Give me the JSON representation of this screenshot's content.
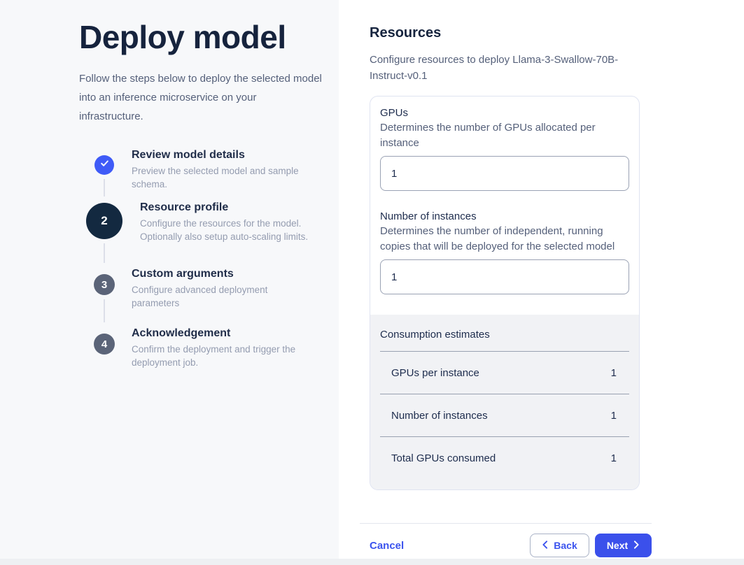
{
  "left_panel": {
    "title": "Deploy model",
    "intro": "Follow the steps below to deploy the selected model into an inference microservice on your infrastructure.",
    "steps": [
      {
        "number": "1",
        "state": "completed",
        "title": "Review model details",
        "description": "Preview the selected model and sample schema."
      },
      {
        "number": "2",
        "state": "active",
        "title": "Resource profile",
        "description": "Configure the resources for the model. Optionally also setup auto-scaling limits."
      },
      {
        "number": "3",
        "state": "upcoming",
        "title": "Custom arguments",
        "description": "Configure advanced deployment parameters"
      },
      {
        "number": "4",
        "state": "upcoming",
        "title": "Acknowledgement",
        "description": "Confirm the deployment and trigger the deployment job."
      }
    ]
  },
  "main": {
    "heading": "Resources",
    "subheading": "Configure resources to deploy Llama-3-Swallow-70B-Instruct-v0.1",
    "fields": [
      {
        "label": "GPUs",
        "description": "Determines the number of GPUs allocated per instance",
        "value": "1"
      },
      {
        "label": "Number of instances",
        "description": "Determines the number of independent, running copies that will be deployed for the selected model",
        "value": "1"
      }
    ],
    "consumption": {
      "title": "Consumption estimates",
      "rows": [
        {
          "label": "GPUs per instance",
          "value": "1"
        },
        {
          "label": "Number of instances",
          "value": "1"
        },
        {
          "label": "Total GPUs consumed",
          "value": "1"
        }
      ]
    },
    "footer": {
      "cancel_label": "Cancel",
      "back_label": "Back",
      "next_label": "Next"
    }
  },
  "colors": {
    "accent_blue": "#3b50eb",
    "completed_step_blue": "#3f5bf7",
    "active_step_navy": "#132940",
    "upcoming_step_slate": "#5b6478",
    "heading_navy": "#16243e",
    "body_slate": "#55607a",
    "left_panel_bg": "#f7f8fa",
    "consumption_bg": "#f1f2f5"
  }
}
